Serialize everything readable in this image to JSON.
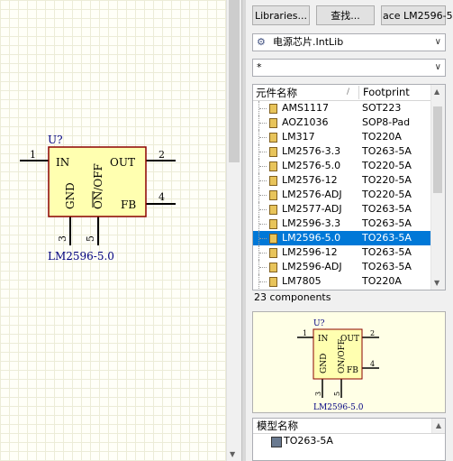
{
  "schematic": {
    "designator": "U?",
    "comment": "LM2596-5.0",
    "pins": {
      "p1_num": "1",
      "p1_name": "IN",
      "p2_num": "2",
      "p2_name": "OUT",
      "p3_num": "3",
      "p3_name": "GND",
      "p4_num": "4",
      "p4_name": "FB",
      "p5_num": "5",
      "p5_name": "ON/OFF"
    }
  },
  "panel": {
    "libraries_button": "Libraries...",
    "search_button": "查找...",
    "place_button": "ace LM2596-5",
    "library_select": "电源芯片.IntLib",
    "filter_value": "*",
    "columns": {
      "name": "元件名称",
      "sort": "/",
      "footprint": "Footprint"
    },
    "components": [
      {
        "name": "AMS1117",
        "footprint": "SOT223"
      },
      {
        "name": "AOZ1036",
        "footprint": "SOP8-Pad"
      },
      {
        "name": "LM317",
        "footprint": "TO220A"
      },
      {
        "name": "LM2576-3.3",
        "footprint": "TO263-5A"
      },
      {
        "name": "LM2576-5.0",
        "footprint": "TO220-5A"
      },
      {
        "name": "LM2576-12",
        "footprint": "TO220-5A"
      },
      {
        "name": "LM2576-ADJ",
        "footprint": "TO220-5A"
      },
      {
        "name": "LM2577-ADJ",
        "footprint": "TO263-5A"
      },
      {
        "name": "LM2596-3.3",
        "footprint": "TO263-5A"
      },
      {
        "name": "LM2596-5.0",
        "footprint": "TO263-5A"
      },
      {
        "name": "LM2596-12",
        "footprint": "TO263-5A"
      },
      {
        "name": "LM2596-ADJ",
        "footprint": "TO263-5A"
      },
      {
        "name": "LM7805",
        "footprint": "TO220A"
      }
    ],
    "selected_index": 9,
    "count_text": "23 components",
    "model_header": "模型名称",
    "model_item": "TO263-5A"
  },
  "colors": {
    "pin_text": "#000080",
    "body_fill": "#ffffb0",
    "body_stroke": "#8b0000",
    "selection": "#0078d7"
  }
}
